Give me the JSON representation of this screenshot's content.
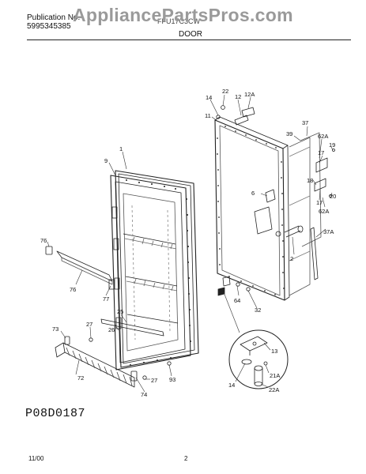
{
  "header": {
    "publication_label": "Publication No.",
    "publication_number": "5995345385",
    "model": "FFU17C3CW",
    "watermark": "AppliancePartsPros.com"
  },
  "page_title": "DOOR",
  "part_callouts": [
    {
      "id": "c-1",
      "label": "1"
    },
    {
      "id": "c-9",
      "label": "9"
    },
    {
      "id": "c-76a",
      "label": "76"
    },
    {
      "id": "c-76b",
      "label": "76"
    },
    {
      "id": "c-77",
      "label": "77"
    },
    {
      "id": "c-25",
      "label": "25"
    },
    {
      "id": "c-26",
      "label": "26"
    },
    {
      "id": "c-27a",
      "label": "27"
    },
    {
      "id": "c-27b",
      "label": "27"
    },
    {
      "id": "c-73",
      "label": "73"
    },
    {
      "id": "c-72",
      "label": "72"
    },
    {
      "id": "c-74",
      "label": "74"
    },
    {
      "id": "c-93",
      "label": "93"
    },
    {
      "id": "c-22",
      "label": "22"
    },
    {
      "id": "c-14a",
      "label": "14"
    },
    {
      "id": "c-12",
      "label": "12"
    },
    {
      "id": "c-12a",
      "label": "12A"
    },
    {
      "id": "c-11",
      "label": "11"
    },
    {
      "id": "c-39",
      "label": "39"
    },
    {
      "id": "c-37",
      "label": "37"
    },
    {
      "id": "c-62a1",
      "label": "62A"
    },
    {
      "id": "c-19",
      "label": "19"
    },
    {
      "id": "c-17a",
      "label": "17"
    },
    {
      "id": "c-18",
      "label": "18"
    },
    {
      "id": "c-20",
      "label": "20"
    },
    {
      "id": "c-17b",
      "label": "17"
    },
    {
      "id": "c-62a2",
      "label": "62A"
    },
    {
      "id": "c-6",
      "label": "6"
    },
    {
      "id": "c-37a",
      "label": "37A"
    },
    {
      "id": "c-2",
      "label": "2"
    },
    {
      "id": "c-64",
      "label": "64"
    },
    {
      "id": "c-32",
      "label": "32"
    },
    {
      "id": "c-13",
      "label": "13"
    },
    {
      "id": "c-14b",
      "label": "14"
    },
    {
      "id": "c-21a",
      "label": "21A"
    },
    {
      "id": "c-22a",
      "label": "22A"
    }
  ],
  "drawing_code": "P08D0187",
  "footer": {
    "date": "11/00",
    "page": "2"
  }
}
